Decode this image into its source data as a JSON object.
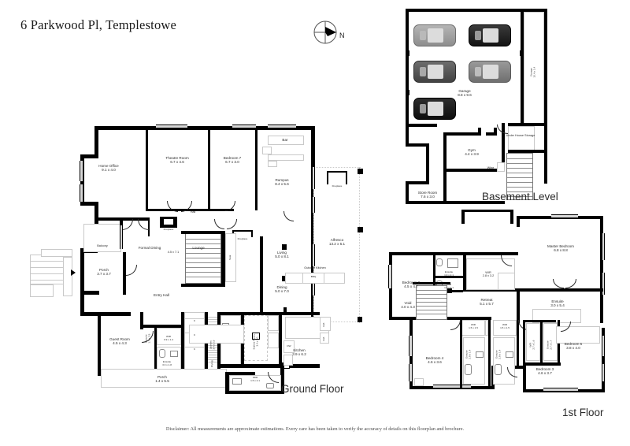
{
  "header": {
    "title": "6 Parkwood Pl, Templestowe",
    "compass_label": "N",
    "compass_icon": "compass-north-icon"
  },
  "footer": {
    "disclaimer": "Disclaimer: All measurements are approximate estimations. Every care has been taken to verify the accuracy of details on this floorplan and brochure."
  },
  "floors": {
    "ground": {
      "caption": "Ground Floor"
    },
    "basement": {
      "caption": "Basement Level"
    },
    "first": {
      "caption": "1st Floor"
    }
  },
  "ground_rooms": [
    {
      "name": "Home Office",
      "dim": "9.1 x 4.0"
    },
    {
      "name": "Theatre Room",
      "dim": "6.7 x 4.6"
    },
    {
      "name": "Bedroom 7",
      "dim": "6.7 x 3.0"
    },
    {
      "name": "Bar",
      "dim": ""
    },
    {
      "name": "Rumpus",
      "dim": "8.4 x 5.6"
    },
    {
      "name": "Hall",
      "dim": ""
    },
    {
      "name": "Fireplace",
      "dim": ""
    },
    {
      "name": "Fireplace",
      "dim": ""
    },
    {
      "name": "Fireplace",
      "dim": ""
    },
    {
      "name": "Balcony",
      "dim": ""
    },
    {
      "name": "Formal Dining",
      "dim": "4.5 x 7.1"
    },
    {
      "name": "Lounge",
      "dim": ""
    },
    {
      "name": "Living",
      "dim": "5.0 x 8.1"
    },
    {
      "name": "Alfresco",
      "dim": "13.2 x 5.1"
    },
    {
      "name": "Porch",
      "dim": "3.7 x 3.7"
    },
    {
      "name": "Entry Hall",
      "dim": ""
    },
    {
      "name": "Seat",
      "dim": ""
    },
    {
      "name": "Dining",
      "dim": "5.0 x 7.0"
    },
    {
      "name": "Outdoor Kitchen",
      "dim": ""
    },
    {
      "name": "BBQ",
      "dim": ""
    },
    {
      "name": "Guest Room",
      "dim": "4.5 x 4.3"
    },
    {
      "name": "WIR",
      "dim": "0.9 x 1.4"
    },
    {
      "name": "Ensuite",
      "dim": "3.3 x 1.8"
    },
    {
      "name": "Laundry",
      "dim": "3.4 x 2.5"
    },
    {
      "name": "Butlers Pantry",
      "dim": "3.4 x 2.0"
    },
    {
      "name": "Kitchen",
      "dim": "3.9 x 6.2"
    },
    {
      "name": "Porch",
      "dim": "1.4 x 5.5"
    },
    {
      "name": "PDR",
      "dim": "1.5 x 4.1"
    },
    {
      "name": "Ensuite",
      "dim": "1.7 x 2.5"
    },
    {
      "name": "C",
      "dim": ""
    },
    {
      "name": "Drying",
      "dim": ""
    },
    {
      "name": "Ref.",
      "dim": ""
    },
    {
      "name": "DW",
      "dim": ""
    }
  ],
  "basement_rooms": [
    {
      "name": "Garage",
      "dim": "8.8 x 9.6"
    },
    {
      "name": "Storage",
      "dim": "10.4 x 1.4"
    },
    {
      "name": "Under House Storage",
      "dim": ""
    },
    {
      "name": "Gym",
      "dim": "4.4 x 3.9"
    },
    {
      "name": "Wine",
      "dim": ""
    },
    {
      "name": "Store Room",
      "dim": "7.6 x 3.0"
    }
  ],
  "first_rooms": [
    {
      "name": "Master Bedroom",
      "dim": "6.8 x 8.8"
    },
    {
      "name": "Ensuite",
      "dim": "3.0 x 5.4"
    },
    {
      "name": "WIR",
      "dim": "2.8 x 3.2"
    },
    {
      "name": "Bedroom 2",
      "dim": "4.5 x 4.7"
    },
    {
      "name": "Ensuite",
      "dim": "1.9 x 2.1"
    },
    {
      "name": "WIR",
      "dim": "1.9 x 2.1"
    },
    {
      "name": "Void",
      "dim": "4.0 x 4.3"
    },
    {
      "name": "Retreat",
      "dim": "5.1 x 5.7"
    },
    {
      "name": "WIR",
      "dim": "2.7 x 1.6"
    },
    {
      "name": "Ensuite",
      "dim": "2.7 x 1.7"
    },
    {
      "name": "Bedroom 5",
      "dim": "3.8 x 4.0"
    },
    {
      "name": "Bedroom 4",
      "dim": "4.6 x 3.6"
    },
    {
      "name": "Bedroom 3",
      "dim": "4.6 x 3.7"
    },
    {
      "name": "WIR",
      "dim": "1.5 x 1.5"
    },
    {
      "name": "WIR",
      "dim": "1.5 x 1.5"
    },
    {
      "name": "Ensuite",
      "dim": "2.8 x 1.4"
    },
    {
      "name": "Ensuite",
      "dim": "2.8 x 1.4"
    }
  ],
  "vehicles": [
    {
      "name": "car-1",
      "color": "#9d9d9d"
    },
    {
      "name": "car-2",
      "color": "#1e1e1e"
    },
    {
      "name": "car-3",
      "color": "#4d4d4d"
    },
    {
      "name": "car-4",
      "color": "#7a7a7a"
    },
    {
      "name": "car-5",
      "color": "#141414"
    }
  ],
  "colors": {
    "wall": "#000000",
    "text": "#2a2a2a",
    "window": "#d8d8d8"
  }
}
